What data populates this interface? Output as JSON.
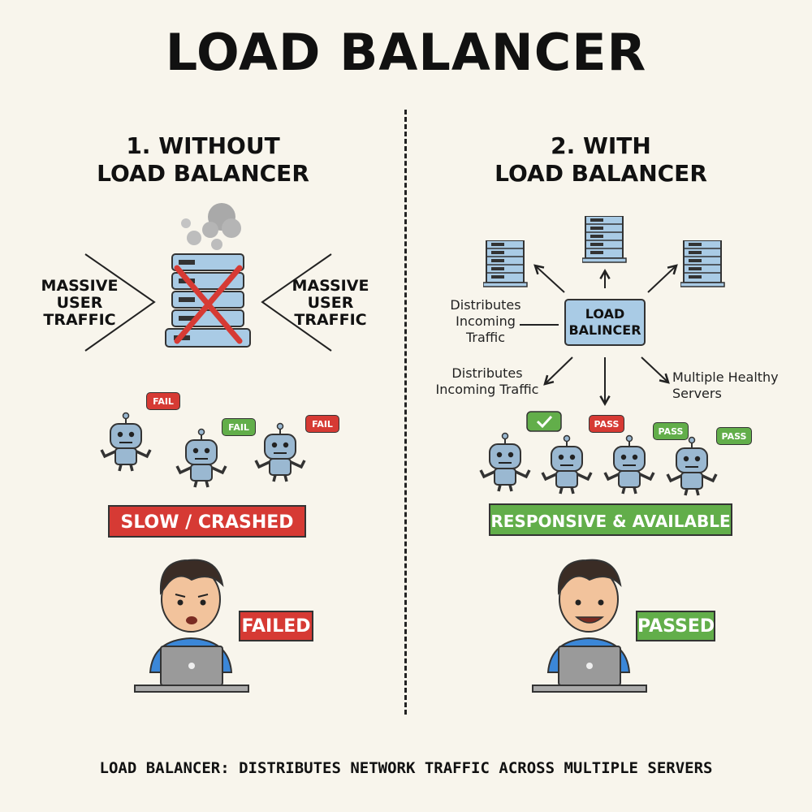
{
  "title": "LOAD BALANCER",
  "left": {
    "heading_line1": "1. WITHOUT",
    "heading_line2": "LOAD BALANCER",
    "traffic_left": [
      "MASSIVE",
      "USER",
      "TRAFFIC"
    ],
    "traffic_right": [
      "MASSIVE",
      "USER",
      "TRAFFIC"
    ],
    "bubbles": [
      "FAIL",
      "FAIL",
      "FAIL"
    ],
    "status_banner": "SLOW / CRASHED",
    "user_badge": "FAILED"
  },
  "right": {
    "heading_line1": "2. WITH",
    "heading_line2": "LOAD BALANCER",
    "lb_line1": "LOAD",
    "lb_line2": "BALINCER",
    "label_top_left": [
      "Distributes",
      "Incoming",
      "Traffic"
    ],
    "label_bottom_left": [
      "Distributes",
      "Incoming Traffic"
    ],
    "label_bottom_right": [
      "Multiple Healthy",
      "Servers"
    ],
    "bubbles": [
      "PASS",
      "PASS",
      "PASS"
    ],
    "status_banner": "RESPONSIVE & AVAILABLE",
    "user_badge": "PASSED"
  },
  "footer": "LOAD BALANCER: DISTRIBUTES NETWORK TRAFFIC ACROSS MULTIPLE SERVERS",
  "colors": {
    "background": "#f8f5ec",
    "fail_red": "#d63a34",
    "pass_green": "#62ae4a",
    "server_blue": "#a9cbe5",
    "shirt_blue": "#3b87d8"
  }
}
